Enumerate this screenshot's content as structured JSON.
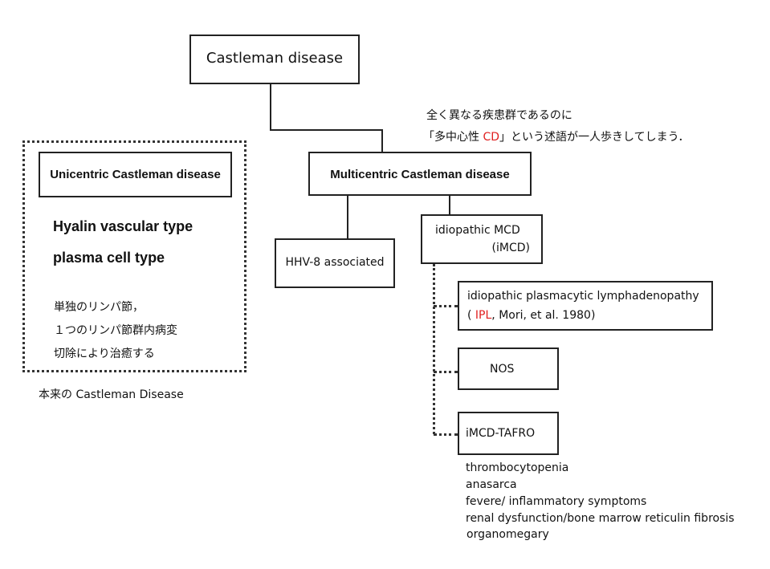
{
  "root": {
    "label": "Castleman disease"
  },
  "annotation": {
    "line1": "全く異なる疾患群であるのに",
    "line2_prefix": "「多中心性 ",
    "line2_highlight": "CD",
    "line2_suffix": "」という述語が一人歩きしてしまう．",
    "highlight_color": "#e02020"
  },
  "unicentric": {
    "label": "Unicentric Castleman disease",
    "types": [
      "Hyalin vascular type",
      "plasma cell type"
    ],
    "notes": [
      "単独のリンパ節，",
      "１つのリンパ節群内病変",
      "切除により治癒する"
    ],
    "caption": "本来の Castleman Disease"
  },
  "multicentric": {
    "label": "Multicentric Castleman disease",
    "hhv8": {
      "label": "HHV-8 associated"
    },
    "imcd": {
      "line1": "idiopathic MCD",
      "line2": "(iMCD)"
    },
    "subtypes": {
      "ipl": {
        "line1": "idiopathic plasmacytic lymphadenopathy",
        "line2_prefix": "( ",
        "line2_highlight": "IPL",
        "line2_suffix": ", Mori, et al. 1980)"
      },
      "nos": {
        "label": "NOS"
      },
      "tafro": {
        "label": "iMCD-TAFRO"
      }
    },
    "tafro_features": [
      "thrombocytopenia",
      "anasarca",
      "fevere/ inflammatory symptoms",
      "renal dysfunction/bone marrow reticulin fibrosis",
      "organomegary"
    ]
  }
}
